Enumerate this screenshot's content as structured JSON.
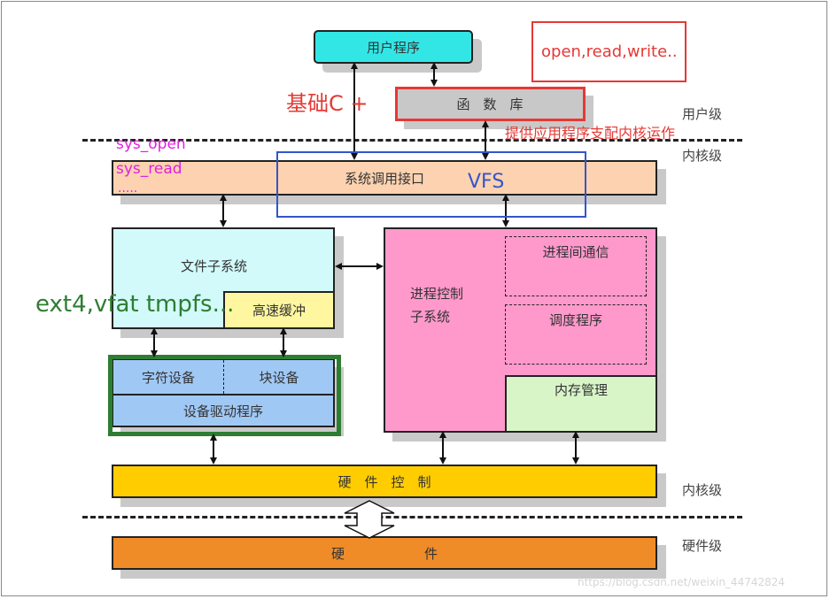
{
  "diagram": {
    "user_program": "用户程序",
    "function_lib": "函　数　库",
    "syscall_interface": "系统调用接口",
    "file_subsystem": "文件子系统",
    "buffer_cache": "高速缓冲",
    "char_device": "字符设备",
    "block_device": "块设备",
    "device_driver": "设备驱动程序",
    "process_control": "进程控制\n子系统",
    "ipc": "进程间通信",
    "scheduler": "调度程序",
    "memory_mgmt": "内存管理",
    "hw_control": "硬　件　控　制",
    "hardware": "硬　　　　　　件",
    "level_user": "用户级",
    "level_kernel_1": "内核级",
    "level_kernel_2": "内核级",
    "level_hardware": "硬件级"
  },
  "annotations": {
    "open_read_write": "open,read,write..",
    "base_c": "基础C  +",
    "provide_app": "提供应用程序支配内核运作",
    "sys_open": "sys_open",
    "sys_read": "sys_read",
    "sys_more": ".....",
    "vfs": "VFS",
    "fs_types": "ext4,vfat tmpfs..."
  },
  "watermark": "https://blog.csdn.net/weixin_44742824",
  "colors": {
    "user_program": "#33e6e6",
    "function_lib": "#c8c8c8",
    "syscall": "#fcd2b0",
    "file_subsystem": "#d2fafa",
    "buffer": "#fff7a0",
    "devices": "#a0c8f5",
    "process": "#ff99cc",
    "memory": "#d8f5c8",
    "hw_control": "#ffcc00",
    "hardware": "#f08c28",
    "red": "#e53935",
    "blue": "#3355cc",
    "magenta": "#e020e0",
    "green": "#2e7d32"
  }
}
